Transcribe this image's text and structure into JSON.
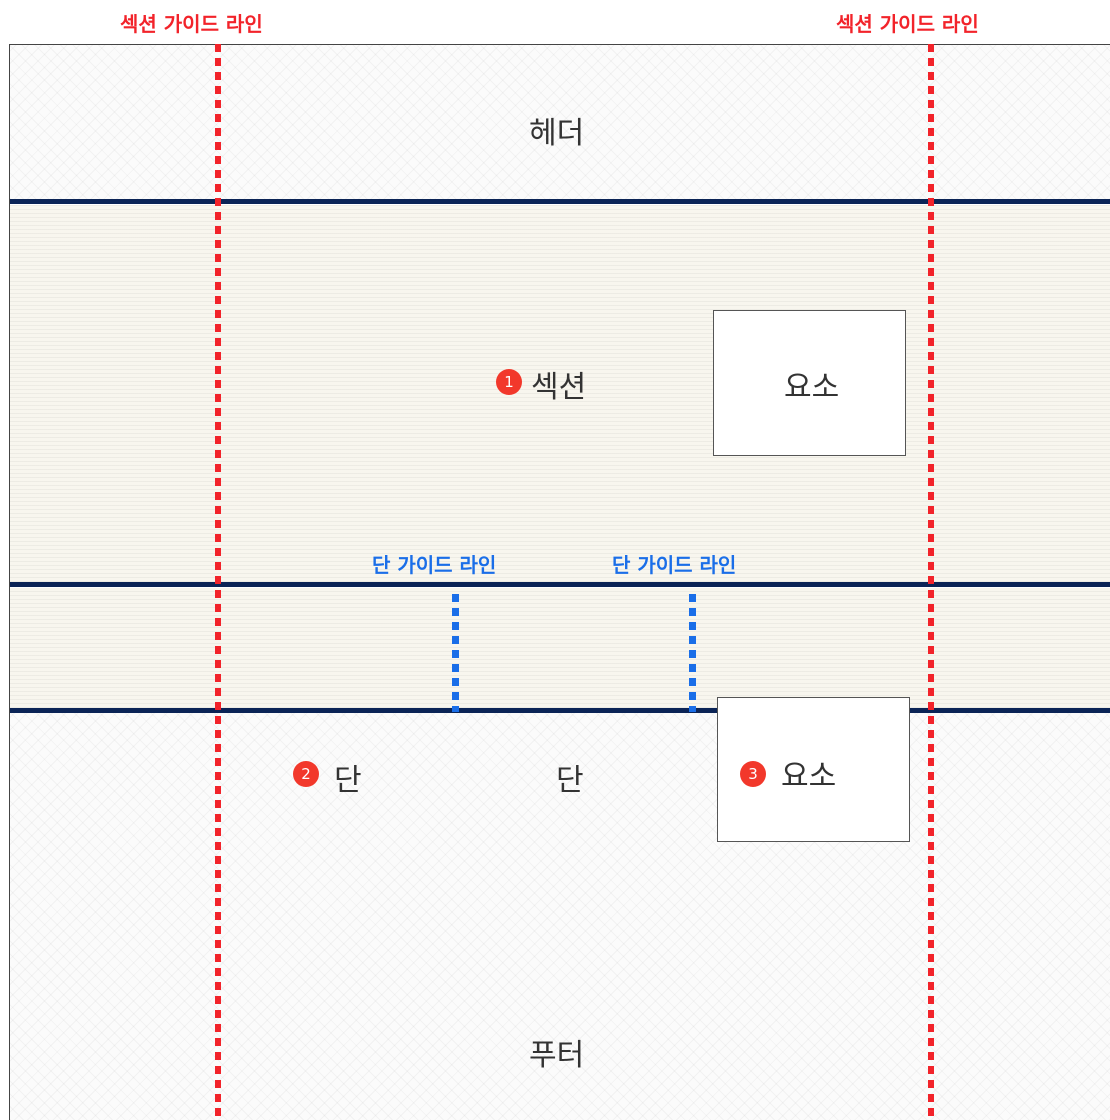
{
  "guide_labels": {
    "section_left": "섹션 가이드 라인",
    "section_right": "섹션 가이드 라인",
    "column_left": "단 가이드 라인",
    "column_right": "단 가이드 라인"
  },
  "header": {
    "label": "헤더"
  },
  "section": {
    "badge": "1",
    "label": "섹션",
    "element_label": "요소"
  },
  "columns": {
    "col1": {
      "badge": "2",
      "label": "단"
    },
    "col2": {
      "label": "단"
    },
    "col3": {
      "badge": "3",
      "label": "요소"
    }
  },
  "footer": {
    "label": "푸터"
  },
  "colors": {
    "section_guide": "#f2232a",
    "column_guide": "#1a6ee8",
    "divider": "#0b2456",
    "badge": "#f2382b"
  }
}
